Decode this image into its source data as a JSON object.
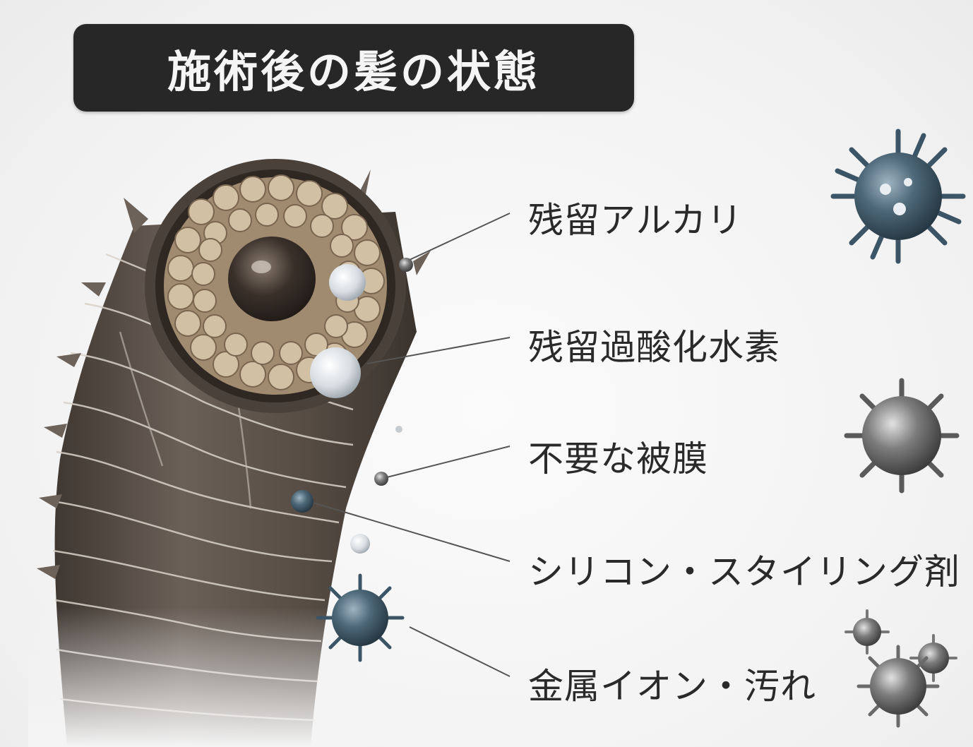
{
  "title": "施術後の髪の状態",
  "labels": [
    {
      "id": "residual-alkali",
      "text": "残留アルカリ",
      "icon": "dark-blue-spiky-particle"
    },
    {
      "id": "residual-hydrogen-peroxide",
      "text": "残留過酸化水素",
      "icon": "white-spiky-particle"
    },
    {
      "id": "unwanted-coating",
      "text": "不要な被膜",
      "icon": "gray-spiky-particle"
    },
    {
      "id": "silicone-styling",
      "text": "シリコン・スタイリング剤",
      "icon": "small-blue-bead"
    },
    {
      "id": "metal-ions-dirt",
      "text": "金属イオン・汚れ",
      "icon": "gray-particle-cluster"
    }
  ],
  "colors": {
    "banner": "#272727",
    "hair": "#5e544b",
    "cortex": "#c8b59a",
    "particle_blue": "#3c5566",
    "particle_gray": "#6f6f6f"
  }
}
